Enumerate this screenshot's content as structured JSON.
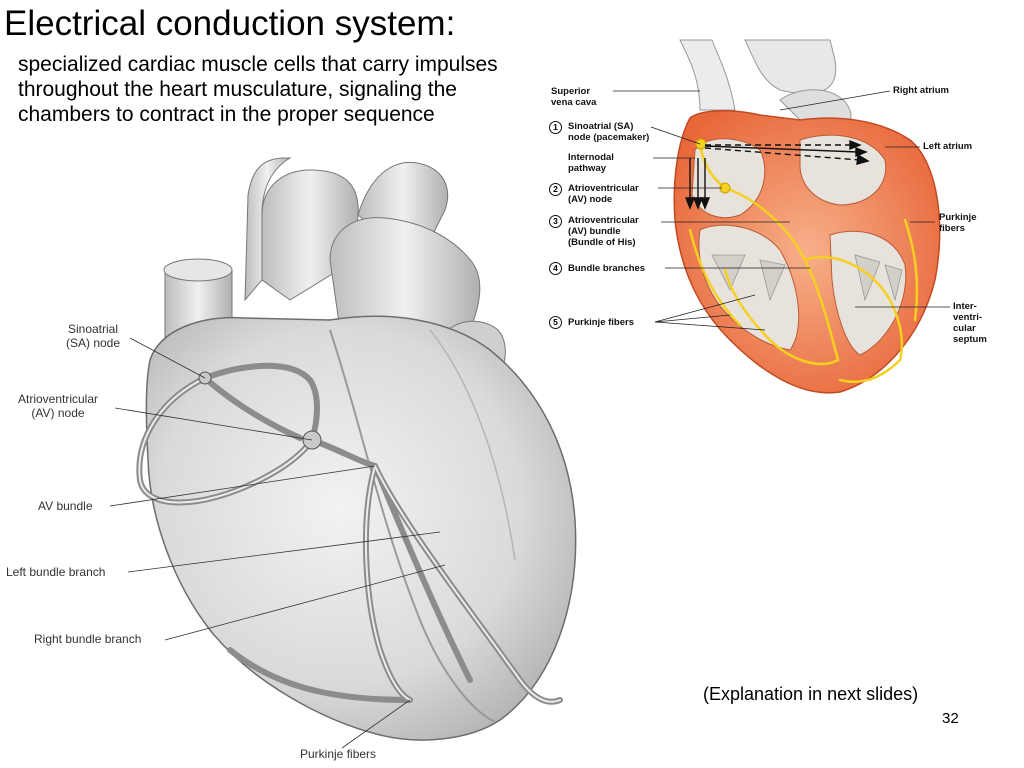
{
  "title": "Electrical conduction system:",
  "subtitle": "specialized cardiac muscle cells that carry impulses throughout the heart musculature, signaling the chambers to contract in the proper sequence",
  "left_diagram": {
    "labels": {
      "sa_node": [
        "Sinoatrial",
        "(SA) node"
      ],
      "av_node": [
        "Atrioventricular",
        "(AV) node"
      ],
      "av_bundle": "AV bundle",
      "left_bundle_branch": "Left bundle branch",
      "right_bundle_branch": "Right bundle branch",
      "purkinje_fibers": "Purkinje fibers"
    }
  },
  "right_diagram": {
    "left_labels": {
      "superior_vena_cava": [
        "Superior",
        "vena cava"
      ],
      "sa_node": {
        "num": "1",
        "lines": [
          "Sinoatrial (SA)",
          "node (pacemaker)"
        ]
      },
      "internodal_pathway": [
        "Internodal",
        "pathway"
      ],
      "av_node": {
        "num": "2",
        "lines": [
          "Atrioventricular",
          "(AV) node"
        ]
      },
      "av_bundle": {
        "num": "3",
        "lines": [
          "Atrioventricular",
          "(AV) bundle",
          "(Bundle of His)"
        ]
      },
      "bundle_branches": {
        "num": "4",
        "lines": [
          "Bundle branches"
        ]
      },
      "purkinje_fibers": {
        "num": "5",
        "lines": [
          "Purkinje fibers"
        ]
      }
    },
    "right_labels": {
      "right_atrium": "Right atrium",
      "left_atrium": "Left atrium",
      "purkinje_fibers": [
        "Purkinje",
        "fibers"
      ],
      "septum": [
        "Inter-",
        "ventri-",
        "cular",
        "septum"
      ]
    }
  },
  "footnote": "(Explanation in next slides)",
  "page_number": "32",
  "colors": {
    "heart_gray": "#d9d9d9",
    "conduction_gray": "#8c8c8c",
    "myocardium_orange": "#f08a5d",
    "pathway_yellow": "#f5d020"
  }
}
